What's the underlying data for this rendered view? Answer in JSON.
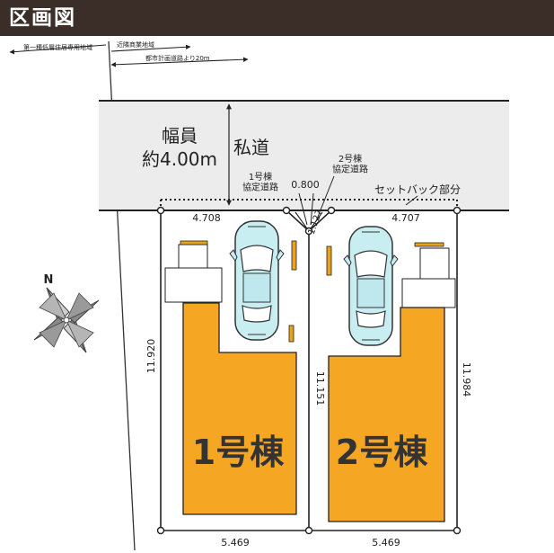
{
  "header": {
    "title": "区画図"
  },
  "zoning": {
    "residential": "第一種低層住居専用地域",
    "commercial": "近隣商業地域",
    "planned_road": "都市計画道路より20m"
  },
  "road": {
    "width_label": "幅員",
    "width_value": "約4.00m",
    "type": "私道",
    "setback": "セットバック部分",
    "agreement_1": "1号棟\n協定道路",
    "agreement_2": "2号棟\n協定道路",
    "agreement_width": "0.800",
    "corner_width": "1.127"
  },
  "lots": [
    {
      "name": "1号棟",
      "front": "4.708",
      "rear": "5.469",
      "left_depth": "11.920"
    },
    {
      "name": "2号棟",
      "front": "4.707",
      "rear": "5.469",
      "right_depth": "11.984"
    }
  ],
  "shared": {
    "middle_depth": "11.151"
  },
  "compass": {
    "north": "N"
  },
  "colors": {
    "header": "#3b2e29",
    "building": "#f5a623",
    "road": "#ececec",
    "car_body": "#c9eef2",
    "parking_mark": "#e8a21c"
  },
  "icons": [
    "compass-icon",
    "car-icon",
    "arrow-icon"
  ]
}
